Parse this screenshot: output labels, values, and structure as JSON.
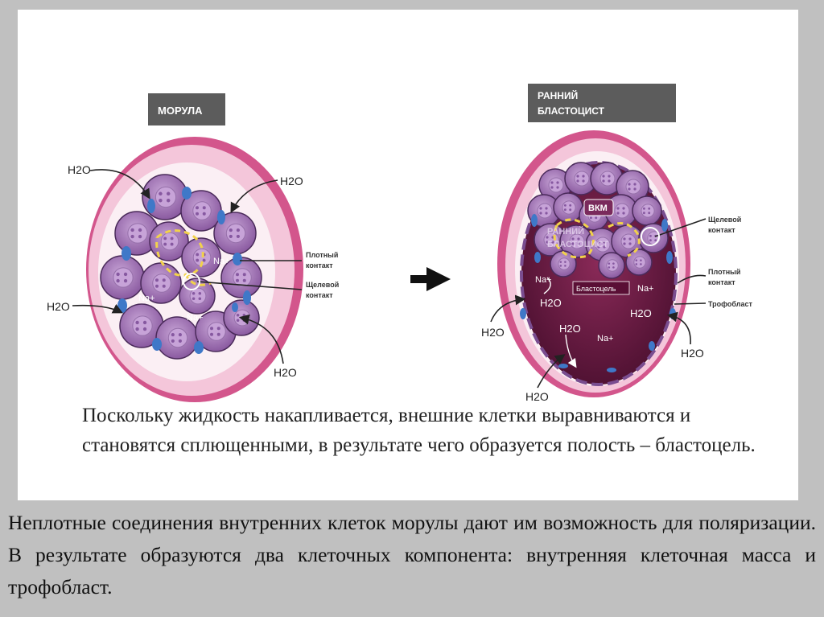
{
  "morula": {
    "title": "МОРУЛА",
    "h2o_labels": [
      "H2O",
      "H2O",
      "H2O",
      "H2O"
    ],
    "na_labels": [
      "Na+",
      "Na+",
      "Na+"
    ],
    "label_tight": [
      "Плотный",
      "контакт"
    ],
    "label_gap": [
      "Щелевой",
      "контакт"
    ]
  },
  "blastocyst": {
    "title": [
      "РАННИЙ",
      "БЛАСТОЦИСТ"
    ],
    "overlay_title": [
      "РАННИЙ",
      "БЛАСТОЦИСТ"
    ],
    "vkm": "ВКМ",
    "cavity": "Бластоцель",
    "h2o_labels": [
      "H2O",
      "H2O",
      "H2O",
      "H2O",
      "H2O",
      "H2O"
    ],
    "na_labels": [
      "Na+",
      "Na+",
      "Na+"
    ],
    "label_gap": [
      "Щелевой",
      "контакт"
    ],
    "label_tight": [
      "Плотный",
      "контакт"
    ],
    "label_tropho": "Трофобласт"
  },
  "caption": "Поскольку жидкость накапливается, внешние клетки выравниваются и становятся сплющенными, в результате чего образуется полость – бластоцель.",
  "body_text": "Неплотные соединения внутренних клеток морулы дают им возможность для поляризации. В результате образуются два клеточных компонента: внутренняя клеточная масса и трофобласт.",
  "colors": {
    "background": "#c0c0c0",
    "panel": "#ffffff",
    "zona": "#f0bcd4",
    "zona_outer": "#d3568c",
    "cell": "#9d6eb0",
    "cell_inner": "#b88ccb",
    "blastocoel": "#6a1b42",
    "tight_junction": "#3f78c8",
    "gap_junction": "#f2d24a",
    "title_box": "#5c5c5c"
  }
}
